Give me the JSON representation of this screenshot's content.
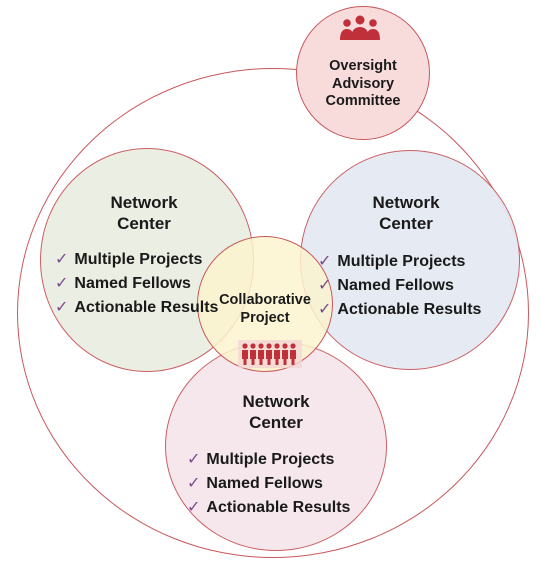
{
  "oversight": {
    "lines": [
      "Oversight",
      "Advisory",
      "Committee"
    ],
    "icon": "group-icon",
    "fill": "#f8dcdc",
    "stroke": "#c9585c"
  },
  "centers": [
    {
      "title_lines": [
        "Network",
        "Center"
      ],
      "items": [
        "Multiple Projects",
        "Named Fellows",
        "Actionable Results"
      ],
      "fill": "#eaeee2"
    },
    {
      "title_lines": [
        "Network",
        "Center"
      ],
      "items": [
        "Multiple Projects",
        "Named Fellows",
        "Actionable Results"
      ],
      "fill": "#e4e9f3"
    },
    {
      "title_lines": [
        "Network",
        "Center"
      ],
      "items": [
        "Multiple Projects",
        "Named Fellows",
        "Actionable Results"
      ],
      "fill": "#f5e6ec"
    }
  ],
  "collaborative": {
    "lines": [
      "Collaborative",
      "Project"
    ],
    "icon": "people-row-icon",
    "fill": "#fbf3cf",
    "stroke": "#c9585c"
  },
  "colors": {
    "accent_red": "#c0303a",
    "outline": "#c9585c",
    "checkmark": "#7b4b8c"
  }
}
